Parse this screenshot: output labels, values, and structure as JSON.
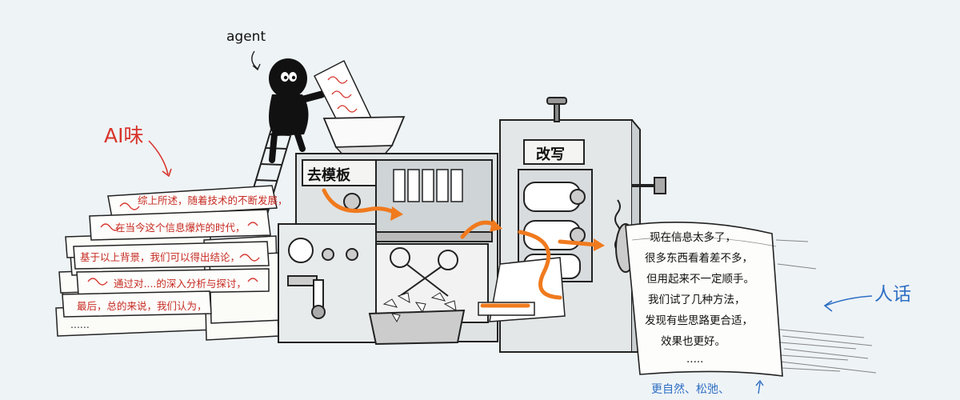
{
  "labels": {
    "agent": "agent",
    "ai_flavor": "AI味",
    "human_speech": "人话",
    "template_removal": "去模板",
    "rewrite": "改写",
    "footer_note": "更自然、松弛、"
  },
  "input_strips": [
    "综上所述，随着技术的不断发展，",
    "在当今这个信息爆炸的时代，",
    "基于以上背景，我们可以得出结论，",
    "通过对....的深入分析与探讨，",
    "最后，总的来说，我们认为，",
    "......"
  ],
  "output_lines": [
    "现在信息太多了，",
    "很多东西看着差不多，",
    "但用起来不一定顺手。",
    "我们试了几种方法，",
    "发现有些思路更合适，",
    "效果也更好。",
    "....."
  ],
  "colors": {
    "accent_orange": "#f07a1e",
    "ai_red": "#d8342c",
    "human_blue": "#2e6fc4",
    "background": "#eef3f6"
  }
}
